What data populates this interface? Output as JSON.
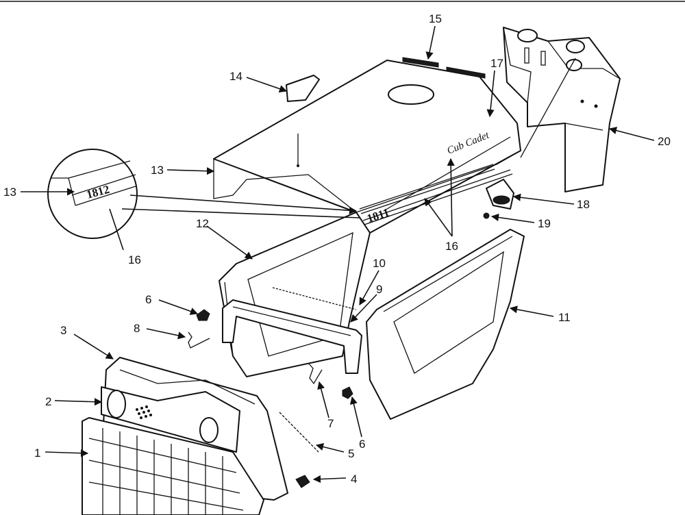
{
  "callouts": [
    {
      "id": "1",
      "text": "1"
    },
    {
      "id": "2",
      "text": "2"
    },
    {
      "id": "3",
      "text": "3"
    },
    {
      "id": "4",
      "text": "4"
    },
    {
      "id": "5",
      "text": "5"
    },
    {
      "id": "6a",
      "text": "6"
    },
    {
      "id": "6b",
      "text": "6"
    },
    {
      "id": "7",
      "text": "7"
    },
    {
      "id": "8",
      "text": "8"
    },
    {
      "id": "9",
      "text": "9"
    },
    {
      "id": "10",
      "text": "10"
    },
    {
      "id": "11",
      "text": "11"
    },
    {
      "id": "12",
      "text": "12"
    },
    {
      "id": "13a",
      "text": "13"
    },
    {
      "id": "13b",
      "text": "13"
    },
    {
      "id": "14",
      "text": "14"
    },
    {
      "id": "15",
      "text": "15"
    },
    {
      "id": "16a",
      "text": "16"
    },
    {
      "id": "16b",
      "text": "16"
    },
    {
      "id": "17",
      "text": "17"
    },
    {
      "id": "18",
      "text": "18"
    },
    {
      "id": "19",
      "text": "19"
    },
    {
      "id": "20",
      "text": "20"
    }
  ],
  "decals": {
    "hood_model": "1811",
    "inset_model": "1812",
    "brand": "Cub Cadet"
  }
}
